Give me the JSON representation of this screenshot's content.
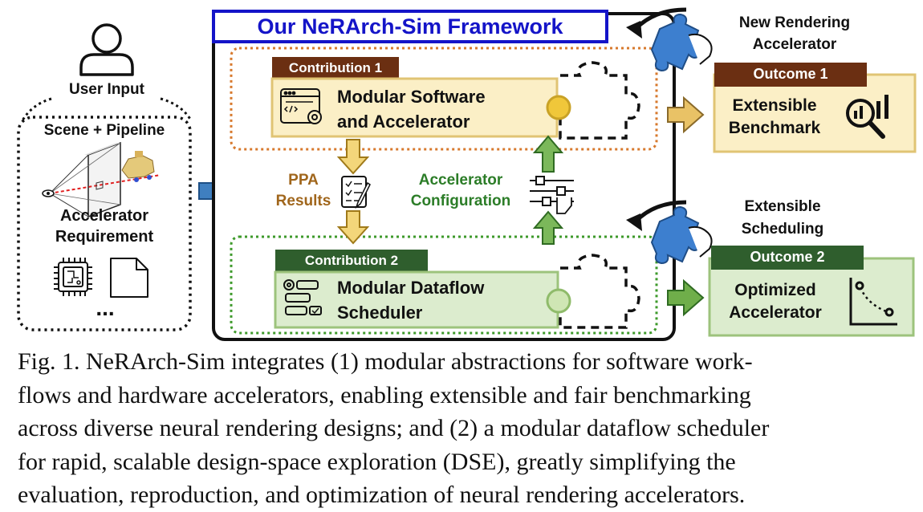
{
  "user_panel": {
    "user_input_label": "User Input",
    "scene_pipeline_label": "Scene + Pipeline",
    "accelerator_req_line1": "Accelerator",
    "accelerator_req_line2": "Requirement",
    "ellipsis": "..."
  },
  "framework": {
    "title": "Our NeRArch-Sim Framework",
    "contribution1": {
      "tag": "Contribution 1",
      "line1": "Modular Software",
      "line2": "and Accelerator"
    },
    "contribution2": {
      "tag": "Contribution 2",
      "line1": "Modular Dataflow",
      "line2": "Scheduler"
    },
    "ppa_line1": "PPA",
    "ppa_line2": "Results",
    "accel_config_line1": "Accelerator",
    "accel_config_line2": "Configuration"
  },
  "outcomes": {
    "new_rendering_line1": "New Rendering",
    "new_rendering_line2": "Accelerator",
    "outcome1": {
      "tag": "Outcome 1",
      "line1": "Extensible",
      "line2": "Benchmark"
    },
    "extensible_scheduling_line1": "Extensible",
    "extensible_scheduling_line2": "Scheduling",
    "outcome2": {
      "tag": "Outcome 2",
      "line1": "Optimized",
      "line2": "Accelerator"
    }
  },
  "caption": {
    "line1": "Fig. 1.  NeRArch-Sim integrates (1) modular abstractions for software work-",
    "line2": "flows and hardware accelerators, enabling extensible and fair benchmarking",
    "line3": "across diverse neural rendering designs; and (2) a modular dataflow scheduler",
    "line4": "for rapid, scalable design-space exploration (DSE), greatly simplifying the",
    "line5": "evaluation, reproduction, and optimization of neural rendering accelerators."
  },
  "colors": {
    "title_blue": "#1414c8",
    "brown_tag": "#6b2f12",
    "brown_text": "#a0661c",
    "cream_fill": "#fbefc6",
    "cream_border": "#e0c474",
    "orange_dotted": "#d7792d",
    "green_tag": "#2f5e2d",
    "green_text": "#2c7d28",
    "green_fill": "#dcecce",
    "green_border": "#9dc37c",
    "arrow_blue": "#3f7fc0",
    "puzzle_blue": "#3d7fcf"
  }
}
